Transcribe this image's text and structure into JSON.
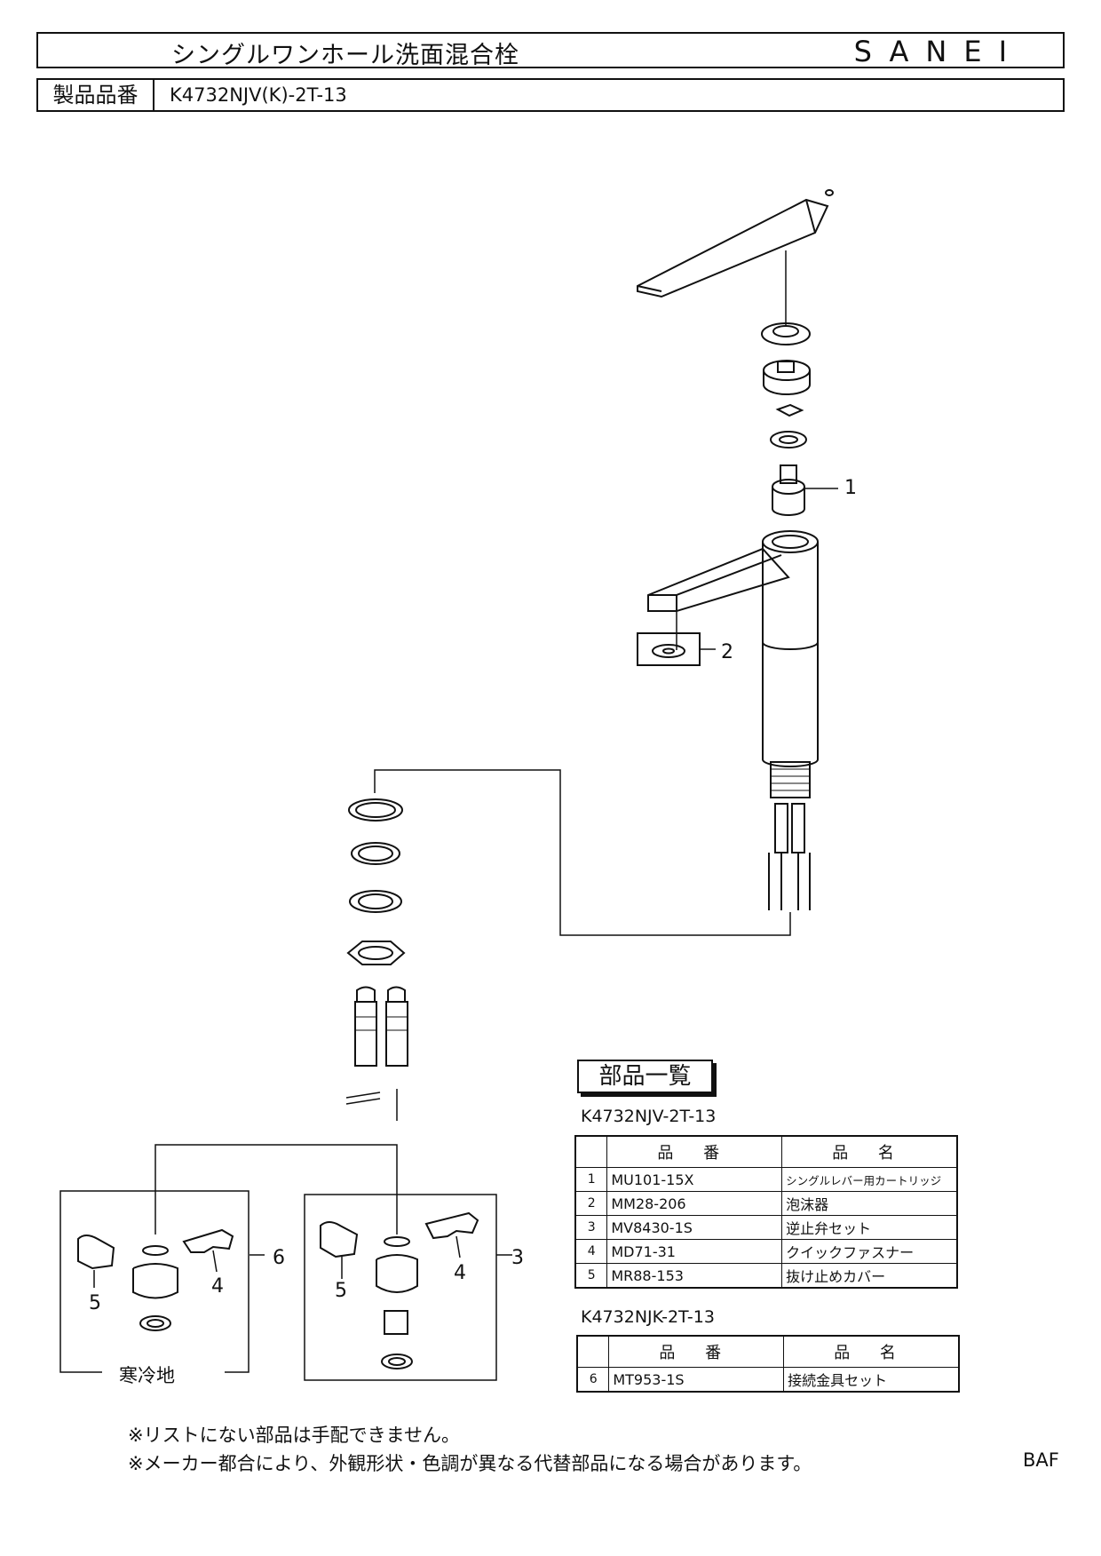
{
  "header": {
    "title": "シングルワンホール洗面混合栓",
    "brand": "SANEI",
    "product_label": "製品品番",
    "product_code": "K4732NJV(K)-2T-13"
  },
  "diagram": {
    "callouts": [
      "1",
      "2",
      "3",
      "4",
      "5",
      "6",
      "4",
      "5"
    ],
    "cold_region_label": "寒冷地"
  },
  "parts_list": {
    "heading": "部品一覧",
    "column_headers": {
      "no": "",
      "code": "品 番",
      "name": "品 名"
    },
    "groups": [
      {
        "model": "K4732NJV-2T-13",
        "rows": [
          {
            "no": "1",
            "code": "MU101-15X",
            "name": "シングルレバー用カートリッジ"
          },
          {
            "no": "2",
            "code": "MM28-206",
            "name": "泡沫器"
          },
          {
            "no": "3",
            "code": "MV8430-1S",
            "name": "逆止弁セット"
          },
          {
            "no": "4",
            "code": "MD71-31",
            "name": "クイックファスナー"
          },
          {
            "no": "5",
            "code": "MR88-153",
            "name": "抜け止めカバー"
          }
        ]
      },
      {
        "model": "K4732NJK-2T-13",
        "rows": [
          {
            "no": "6",
            "code": "MT953-1S",
            "name": "接続金具セット"
          }
        ]
      }
    ]
  },
  "notes": [
    "※リストにない部品は手配できません。",
    "※メーカー都合により、外観形状・色調が異なる代替部品になる場合があります。"
  ],
  "page_code": "BAF"
}
